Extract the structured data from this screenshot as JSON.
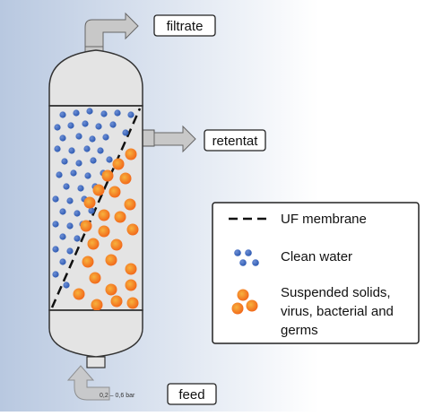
{
  "labels": {
    "filtrate": "filtrate",
    "retentat": "retentat",
    "feed": "feed",
    "pressure": "0,2 – 0,6 bar"
  },
  "legend": {
    "items": [
      {
        "key": "membrane",
        "label_lines": [
          "UF membrane"
        ]
      },
      {
        "key": "water",
        "label_lines": [
          "Clean water"
        ]
      },
      {
        "key": "solids",
        "label_lines": [
          "Suspended solids,",
          "virus, bacterial and",
          "germs"
        ]
      }
    ]
  },
  "colors": {
    "background_left": "#b8c8e0",
    "background_right": "#ffffff",
    "vessel_fill": "#e4e4e4",
    "vessel_stroke": "#333333",
    "arrow_fill": "#c8c8c8",
    "water_dot": "#2b58b0",
    "solid_outer": "#f26a1b",
    "solid_inner": "#f7b23e"
  },
  "icons": {
    "membrane": "dashed-line",
    "water": "blue-dot-cluster",
    "solids": "orange-sphere-cluster"
  }
}
